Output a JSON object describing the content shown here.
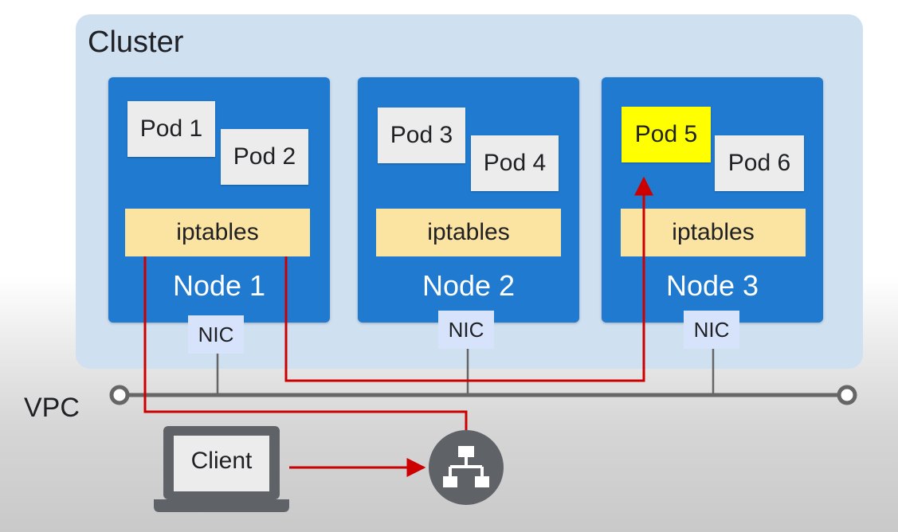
{
  "cluster": {
    "title": "Cluster"
  },
  "nodes": [
    {
      "label": "Node 1",
      "pods": [
        "Pod 1",
        "Pod 2"
      ],
      "iptables": "iptables",
      "nic": "NIC"
    },
    {
      "label": "Node 2",
      "pods": [
        "Pod 3",
        "Pod 4"
      ],
      "iptables": "iptables",
      "nic": "NIC"
    },
    {
      "label": "Node 3",
      "pods": [
        "Pod 5",
        "Pod 6"
      ],
      "iptables": "iptables",
      "nic": "NIC",
      "highlighted_pod": "Pod 5"
    }
  ],
  "vpc": {
    "label": "VPC"
  },
  "client": {
    "label": "Client",
    "icon": "laptop-icon"
  },
  "load_balancer": {
    "icon": "load-balancer-icon"
  },
  "colors": {
    "cluster_bg": "#cfe0f1",
    "node_bg": "#1f7ad0",
    "pod_bg": "#ececec",
    "pod_highlight": "#ffff00",
    "iptables_bg": "#fbe3a1",
    "nic_bg": "#d7e3fb",
    "traffic_path": "#cc0000",
    "wire": "#666666",
    "device": "#5f6368"
  }
}
